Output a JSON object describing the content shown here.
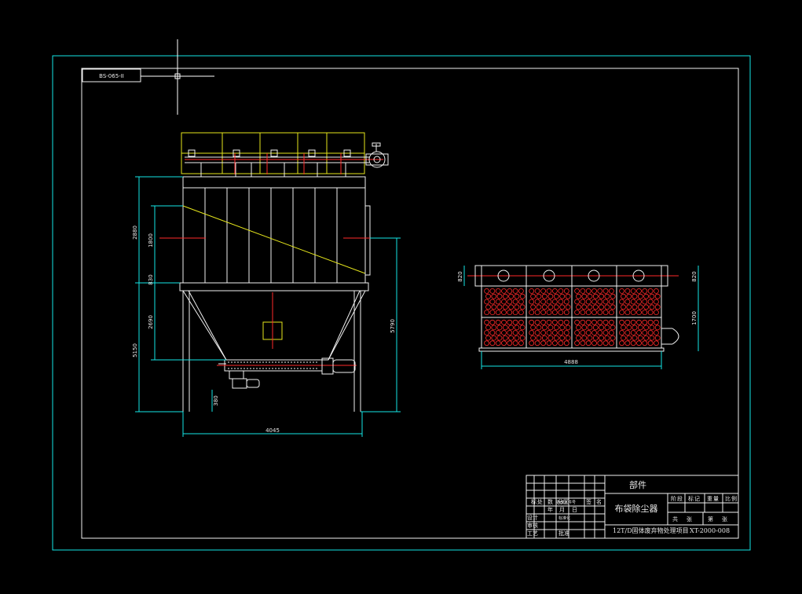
{
  "drawing_code": "BS-065-II",
  "title_block": {
    "label_part": "部件",
    "part_name": "布袋除尘器",
    "project": "12T/D固体废弃物处理项目",
    "doc_no": "XT-2000-008",
    "cells_left": [
      "标",
      "处",
      "数",
      "分区",
      "更改文件号",
      "签",
      "名",
      "年",
      "月",
      "日",
      "设计",
      "标准化",
      "审核",
      "工艺",
      "批准"
    ],
    "cells_right": [
      "阶",
      "段",
      "标",
      "记",
      "重",
      "量",
      "比",
      "例",
      "共",
      "张",
      "第",
      "张"
    ]
  },
  "front_view": {
    "dims_vertical": [
      "2880",
      "1800",
      "830",
      "2690",
      "5150",
      "5790",
      "380"
    ],
    "dim_horizontal": "4045"
  },
  "top_view": {
    "dims_vertical_left": "820",
    "dims_vertical_right": [
      "820",
      "1700"
    ],
    "dim_horizontal": "4888"
  },
  "colors": {
    "border": "#13e6e6",
    "frame": "#f0f0f0",
    "accent": "#e6e61c",
    "center_line": "#ff2a2a",
    "bag": "#ff2a2a"
  }
}
